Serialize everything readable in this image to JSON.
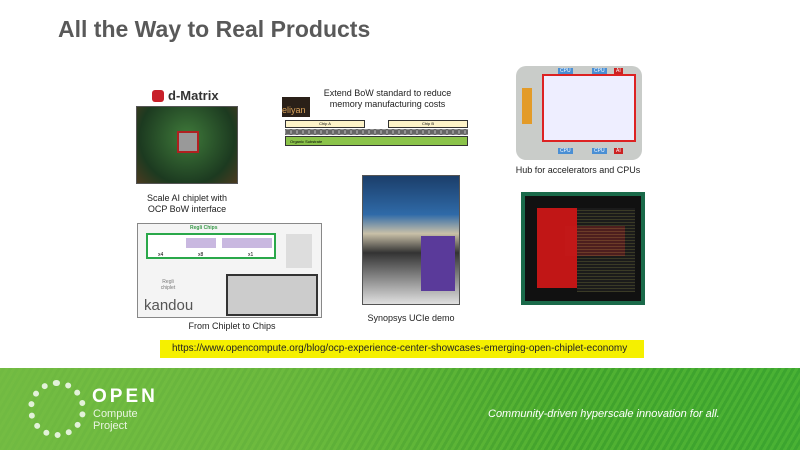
{
  "title": "All the Way to Real Products",
  "dmatrix": {
    "logo_text": "d-Matrix",
    "caption_line1": "Scale AI chiplet with",
    "caption_line2": "OCP BoW interface"
  },
  "eliyan": {
    "logo_text": "eliyan",
    "caption_line1": "Extend BoW standard to reduce",
    "caption_line2": "memory manufacturing costs",
    "chip_a": "Chip A",
    "chip_b": "Chip B",
    "substrate": "Organic Substrate"
  },
  "hub": {
    "caption": "Hub for accelerators and CPUs",
    "cpu": "CPU",
    "ai": "AI"
  },
  "kandou": {
    "header": "Regli Chips",
    "labels": [
      "x4",
      "x8",
      "x1"
    ],
    "chiplet_label": "Regli chiplet",
    "logo_text": "kandou",
    "caption": "From Chiplet to Chips"
  },
  "synopsys": {
    "caption": "Synopsys UCIe demo"
  },
  "url": "https://www.opencompute.org/blog/ocp-experience-center-showcases-emerging-open-chiplet-economy",
  "footer": {
    "logo_open": "OPEN",
    "logo_compute": "Compute",
    "logo_project": "Project",
    "tagline": "Community-driven hyperscale innovation for all."
  },
  "colors": {
    "title": "#595959",
    "footer_green": "#4fae2e",
    "url_highlight": "#f5f000"
  }
}
